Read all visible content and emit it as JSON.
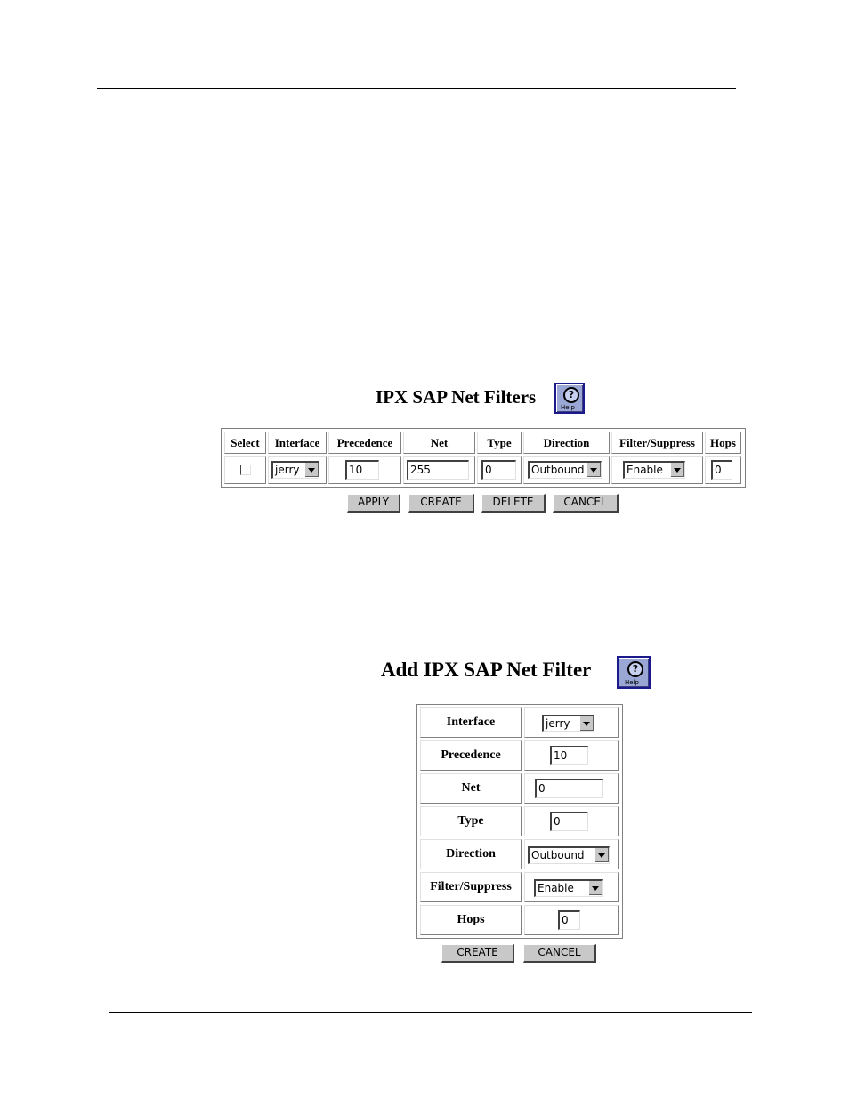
{
  "filters_panel": {
    "title": "IPX SAP Net Filters",
    "help_label": "Help",
    "columns": [
      "Select",
      "Interface",
      "Precedence",
      "Net",
      "Type",
      "Direction",
      "Filter/Suppress",
      "Hops"
    ],
    "row": {
      "selected": false,
      "interface": "jerry",
      "precedence": "10",
      "net": "255",
      "type": "0",
      "direction": "Outbound",
      "filter_suppress": "Enable",
      "hops": "0"
    },
    "buttons": {
      "apply": "APPLY",
      "create": "CREATE",
      "delete": "DELETE",
      "cancel": "CANCEL"
    }
  },
  "add_panel": {
    "title": "Add IPX SAP Net Filter",
    "help_label": "Help",
    "fields": {
      "interface_label": "Interface",
      "interface_value": "jerry",
      "precedence_label": "Precedence",
      "precedence_value": "10",
      "net_label": "Net",
      "net_value": "0",
      "type_label": "Type",
      "type_value": "0",
      "direction_label": "Direction",
      "direction_value": "Outbound",
      "filter_suppress_label": "Filter/Suppress",
      "filter_suppress_value": "Enable",
      "hops_label": "Hops",
      "hops_value": "0"
    },
    "buttons": {
      "create": "CREATE",
      "cancel": "CANCEL"
    }
  }
}
